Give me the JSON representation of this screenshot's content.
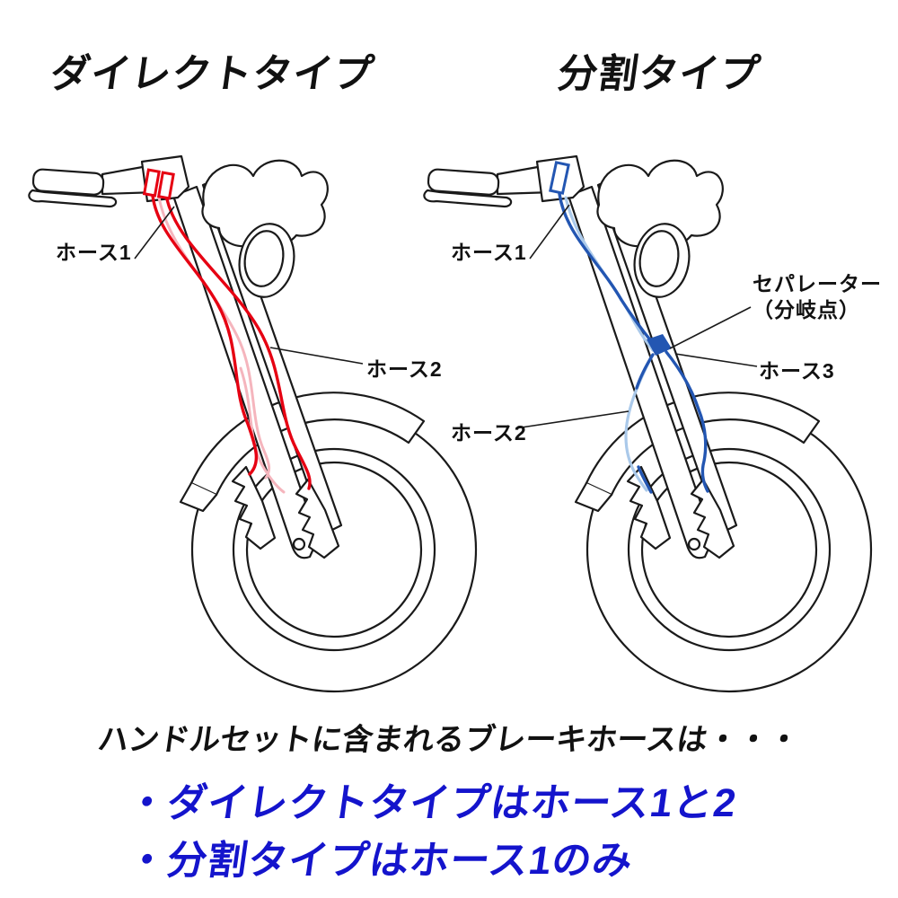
{
  "titles": {
    "left": "ダイレクトタイプ",
    "right": "分割タイプ"
  },
  "labels": {
    "left_hose1": "ホース1",
    "left_hose2": "ホース2",
    "right_hose1": "ホース1",
    "right_hose2": "ホース2",
    "right_hose3": "ホース3",
    "separator_line1": "セパレーター",
    "separator_line2": "（分岐点）"
  },
  "footer": {
    "intro": "ハンドルセットに含まれるブレーキホースは・・・",
    "bullet1": "・ダイレクトタイプはホース1と2",
    "bullet2": "・分割タイプはホース1のみ"
  },
  "colors": {
    "red": "#e60012",
    "red_light": "#f5b5bd",
    "blue": "#2356b2",
    "blue_light": "#aac9ea",
    "text_blue": "#1414cc",
    "outline": "#1a1a1a"
  }
}
